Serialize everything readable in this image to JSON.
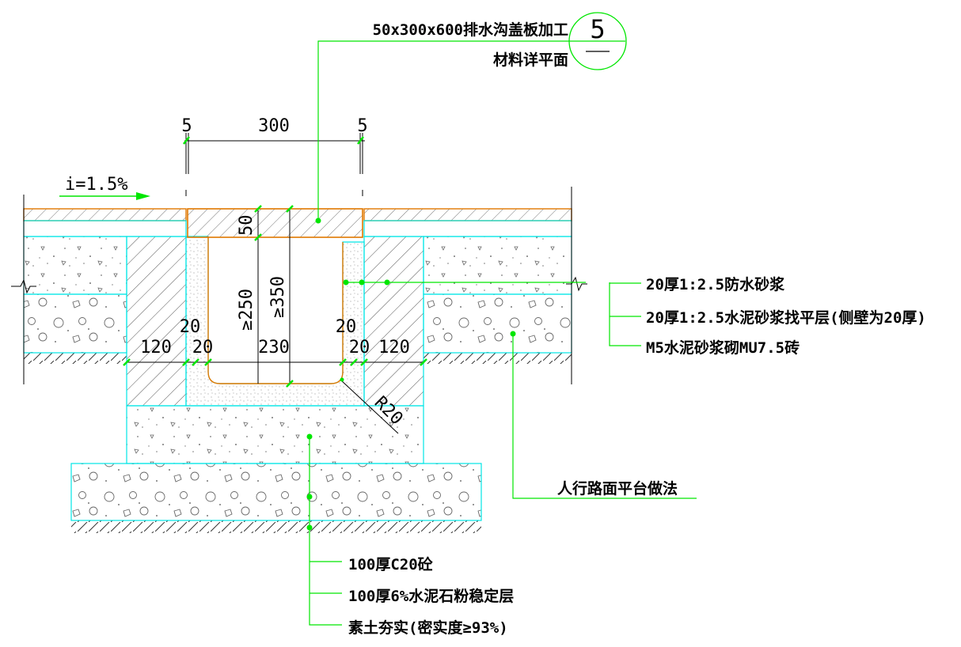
{
  "title": {
    "name": "50x300x600排水沟盖板加工",
    "subtitle": "材料详平面",
    "detail_number": "5"
  },
  "slope": "i=1.5%",
  "dimensions": {
    "top_left_gap": "5",
    "cover_width": "300",
    "top_right_gap": "5",
    "cover_thickness": "50",
    "inner_depth": "≥250",
    "total_depth": "≥350",
    "left_wall": "120",
    "left_plaster_upper": "20",
    "left_plaster_lower": "20",
    "channel_width": "230",
    "right_plaster_upper": "20",
    "right_plaster_lower": "20",
    "right_wall": "120",
    "fillet_radius": "R20"
  },
  "labels": {
    "waterproof_mortar": "20厚1:2.5防水砂浆",
    "leveling_layer": "20厚1:2.5水泥砂浆找平层(侧壁为20厚)",
    "brick_wall": "M5水泥砂浆砌MU7.5砖",
    "pavement": "人行路面平台做法",
    "concrete": "100厚C20砼",
    "stabilized_layer": "100厚6%水泥石粉稳定层",
    "compacted_soil": "素土夯实(密实度≥93%)"
  },
  "colors": {
    "outline": "#00e5e5",
    "leader": "#00e600",
    "cover": "#e07800",
    "hatch": "#555555",
    "text": "#000000"
  }
}
